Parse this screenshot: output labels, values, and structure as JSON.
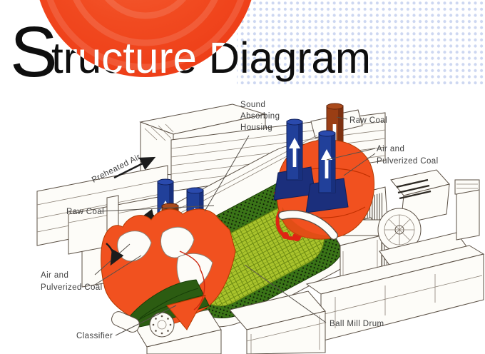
{
  "title": {
    "full": "Structure Diagram",
    "initial": "S",
    "rest": "tructure Diagram"
  },
  "diagram": {
    "labels": {
      "preheated_air": "Preheated Air",
      "raw_coal_left": "Raw Coal",
      "raw_coal_right": "Raw Coal",
      "sound_absorbing_housing": [
        "Sound",
        "Absorbing",
        "Housing"
      ],
      "air_pulverized_left": [
        "Air and",
        "Pulverized Coal"
      ],
      "air_pulverized_right": [
        "Air and",
        "Pulverized Coal"
      ],
      "classifier": "Classifier",
      "ball_mill_drum": "Ball Mill Drum"
    },
    "colors": {
      "accent_orange": "#f1481f",
      "pipe_blue": "#21409a",
      "pipe_blue_dark": "#1b2f7c",
      "pipe_brown": "#9a3e14",
      "lining_green_dark": "#3a7417",
      "charge_green_light": "#a9c32c",
      "gear_red": "#df2413",
      "dot_pattern_blue": "#cdd7f1",
      "line_art": "#5b5045"
    }
  }
}
